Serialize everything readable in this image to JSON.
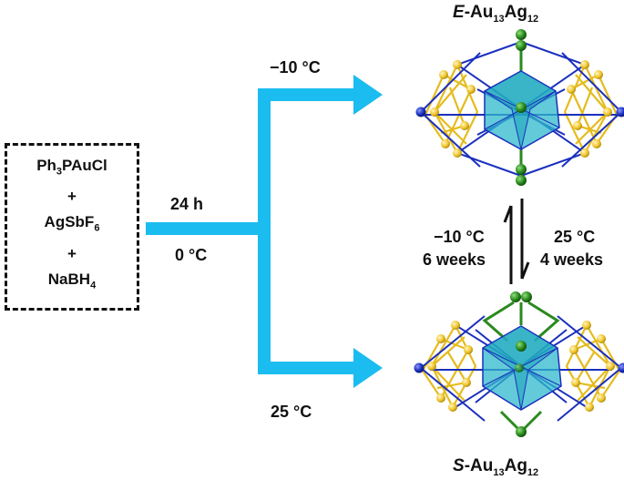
{
  "reagents": [
    {
      "main": "Ph",
      "sub": "3",
      "rest": "PAuCl"
    },
    {
      "main": "+"
    },
    {
      "main": "AgSbF",
      "sub": "6"
    },
    {
      "main": "+"
    },
    {
      "main": "NaBH",
      "sub": "4"
    }
  ],
  "conditions": {
    "time": "24 h",
    "initial_temp": "0 °C",
    "upper_branch_temp": "−10 °C",
    "lower_branch_temp": "25 °C"
  },
  "products": {
    "top": {
      "prefix": "E",
      "name": "-Au",
      "sub1": "13",
      "name2": "Ag",
      "sub2": "12"
    },
    "bottom": {
      "prefix": "S",
      "name": "-Au",
      "sub1": "13",
      "name2": "Ag",
      "sub2": "12"
    }
  },
  "equilibrium": {
    "left_temp": "−10 °C",
    "left_time": "6 weeks",
    "right_temp": "25 °C",
    "right_time": "4 weeks"
  },
  "colors": {
    "arrow": "#1bbcef",
    "gold": "#f2c62c",
    "silver_bond": "#1a2fbd",
    "green_atom": "#2b8a1e",
    "polyhedron": "#2fb8cc"
  }
}
